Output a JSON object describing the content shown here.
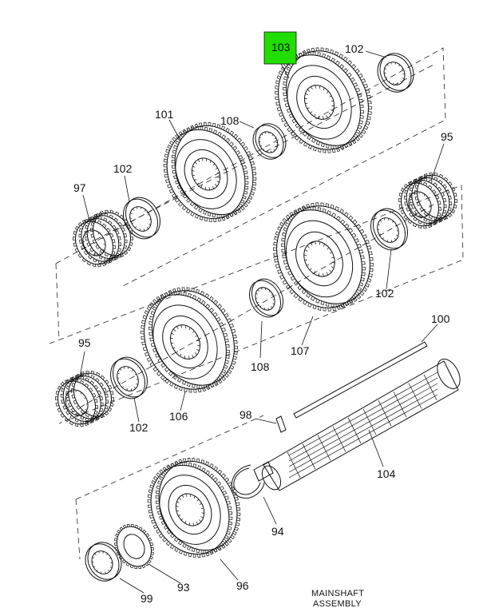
{
  "diagram": {
    "caption_line1": "MAINSHAFT",
    "caption_line2": "ASSEMBLY",
    "highlight_color": "#22dd00",
    "labels": {
      "p103": "103",
      "p102_top": "102",
      "p101": "101",
      "p108_top": "108",
      "p102_left": "102",
      "p97": "97",
      "p95_right": "95",
      "p102_right": "102",
      "p95_left": "95",
      "p108_mid": "108",
      "p107": "107",
      "p100": "100",
      "p106": "106",
      "p102_mid": "102",
      "p98": "98",
      "p104": "104",
      "p94": "94",
      "p96": "96",
      "p93": "93",
      "p99": "99"
    }
  }
}
